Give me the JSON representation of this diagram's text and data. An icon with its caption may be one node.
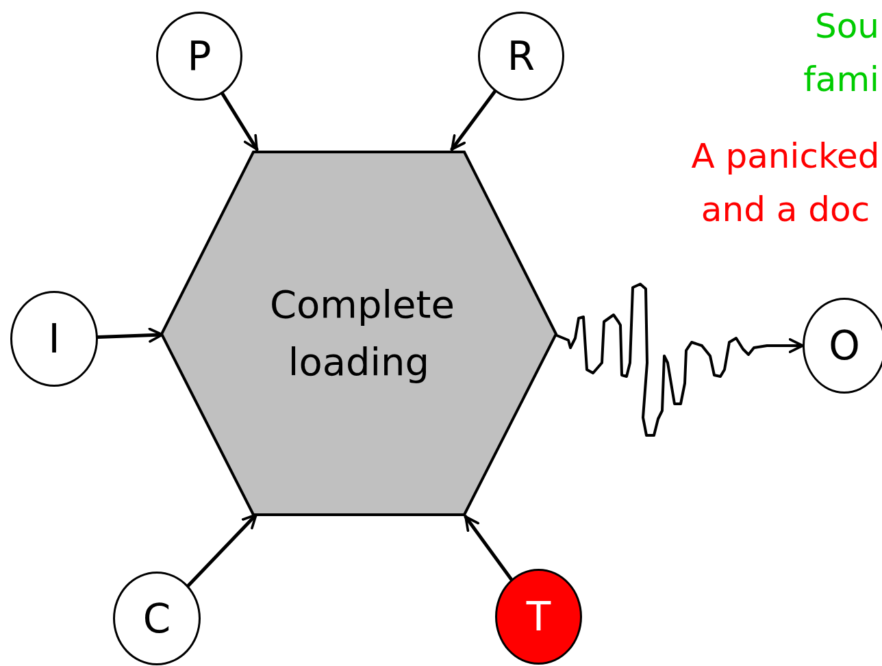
{
  "diagram": {
    "nodes": [
      {
        "text": [
          "Complete loading"
        ]
      },
      {
        "text": [
          "P"
        ]
      },
      {
        "text": [
          "R"
        ]
      },
      {
        "text": [
          "I"
        ]
      },
      {
        "text": [
          "O"
        ]
      },
      {
        "text": [
          "C"
        ]
      },
      {
        "text": [
          "T"
        ]
      }
    ],
    "edges": [
      {
        "from": 1,
        "to": 0,
        "arrow": "to"
      },
      {
        "from": 2,
        "to": 0,
        "arrow": "to"
      },
      {
        "from": 3,
        "to": 0,
        "arrow": "to"
      },
      {
        "from": 0,
        "to": 4,
        "arrow": "to"
      },
      {
        "from": 5,
        "to": 0,
        "arrow": "to"
      },
      {
        "from": 6,
        "to": 0,
        "arrow": "to"
      }
    ],
    "labels": [
      "Sou fami",
      "A panicked and a doc"
    ]
  }
}
